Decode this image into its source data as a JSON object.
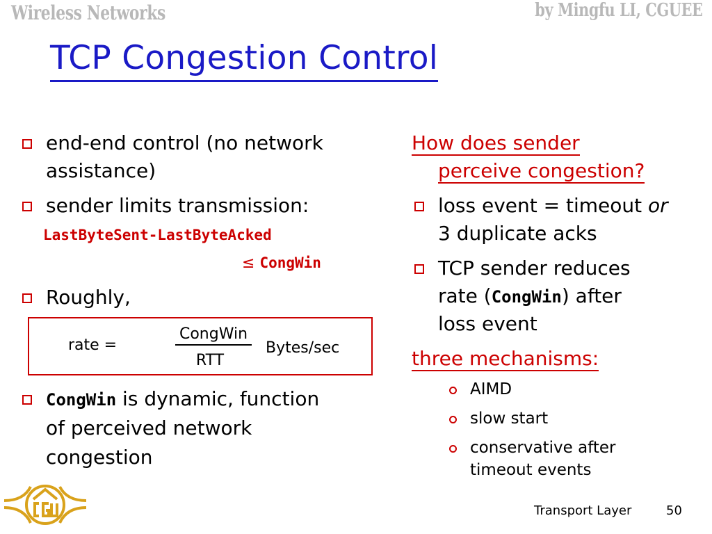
{
  "header": {
    "course": "Wireless Networks",
    "author": "by Mingfu LI, CGUEE"
  },
  "title": "TCP Congestion Control",
  "left": {
    "b1_line1": "end-end control (no network",
    "b1_line2": "assistance)",
    "b2": "sender limits transmission:",
    "code1": "LastByteSent-LastByteAcked",
    "code2_sym": "≤",
    "code2": "CongWin",
    "b3": "Roughly,",
    "formula": {
      "lhs": "rate =",
      "numerator": "CongWin",
      "denominator": "RTT",
      "unit": "Bytes/sec"
    },
    "b4_code": "CongWin",
    "b4_line1": " is dynamic, function",
    "b4_line2": "of perceived network",
    "b4_line3": "congestion"
  },
  "right": {
    "q_line1": "How does  sender",
    "q_line2": "perceive congestion?",
    "r1_line1_a": "loss event = timeout ",
    "r1_line1_or": "or",
    "r1_line2": "3 duplicate acks",
    "r2_line1": "TCP sender reduces",
    "r2_line2_a": "rate (",
    "r2_line2_code": "CongWin",
    "r2_line2_b": ") after",
    "r2_line3": "loss event",
    "mech_heading": "three mechanisms:",
    "mechanisms": [
      "AIMD",
      "slow start",
      "conservative after",
      "timeout events"
    ]
  },
  "footer": {
    "section": "Transport Layer",
    "page": "50"
  },
  "colors": {
    "title": "#1a1ac6",
    "accent_red": "#cc0000",
    "logo_gold": "#d9a21b"
  }
}
